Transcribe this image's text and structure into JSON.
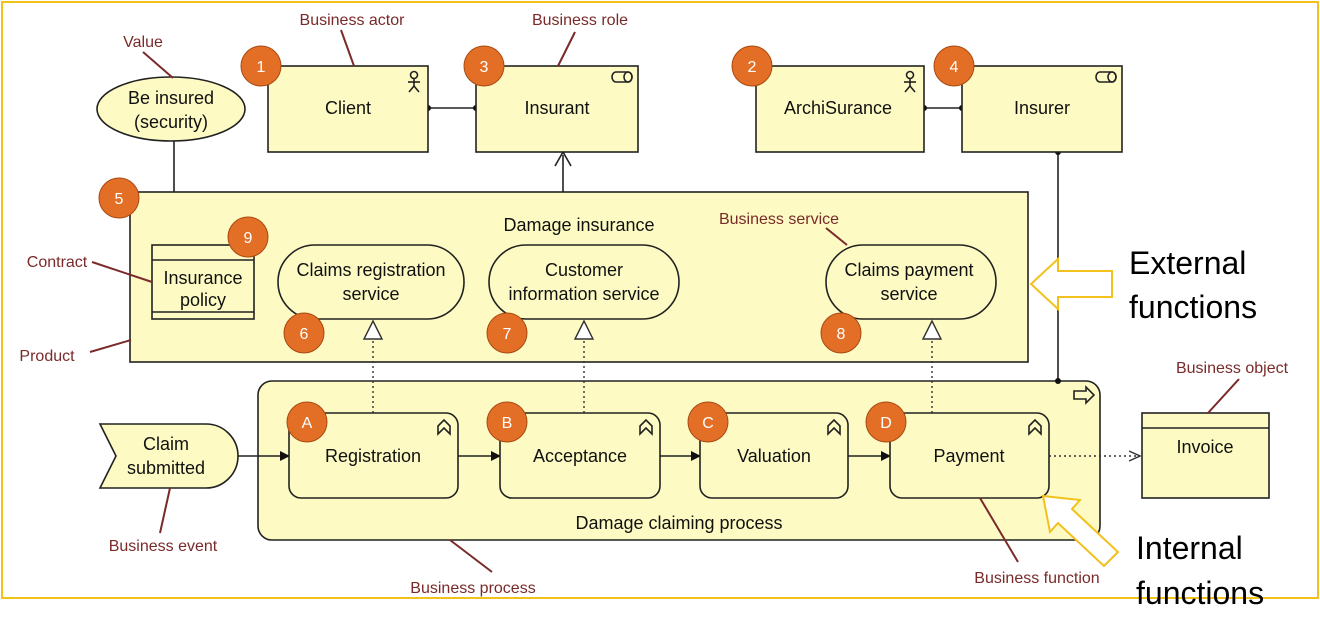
{
  "colors": {
    "element": "#fdfbc3",
    "badge": "#e36f26",
    "annotation": "#7a2a2a",
    "frame": "#f2c11b",
    "callout": "#f2c11b"
  },
  "annotations": {
    "value": "Value",
    "business_actor": "Business actor",
    "business_role": "Business role",
    "contract": "Contract",
    "product": "Product",
    "business_service": "Business service",
    "business_object": "Business object",
    "business_event": "Business event",
    "business_process": "Business process",
    "business_function": "Business function"
  },
  "elements": {
    "value_be_insured": [
      "Be insured",
      "(security)"
    ],
    "client": "Client",
    "insurant": "Insurant",
    "archisurance": "ArchiSurance",
    "insurer": "Insurer",
    "damage_insurance": "Damage insurance",
    "insurance_policy": [
      "Insurance",
      "policy"
    ],
    "claims_registration_service": [
      "Claims registration",
      "service"
    ],
    "customer_information_service": [
      "Customer",
      "information service"
    ],
    "claims_payment_service": [
      "Claims payment",
      "service"
    ],
    "claim_submitted": [
      "Claim",
      "submitted"
    ],
    "registration": "Registration",
    "acceptance": "Acceptance",
    "valuation": "Valuation",
    "payment": "Payment",
    "damage_claiming_process": "Damage claiming process",
    "invoice": "Invoice"
  },
  "badges": {
    "b1": "1",
    "b2": "2",
    "b3": "3",
    "b4": "4",
    "b5": "5",
    "b6": "6",
    "b7": "7",
    "b8": "8",
    "b9": "9",
    "bA": "A",
    "bB": "B",
    "bC": "C",
    "bD": "D"
  },
  "callouts": {
    "external": [
      "External",
      "functions"
    ],
    "internal": [
      "Internal",
      "functions"
    ]
  },
  "icons": {
    "actor": "actor-stick-figure-icon",
    "role": "role-cylinder-icon",
    "process": "process-arrow-icon",
    "function": "function-chevron-icon"
  }
}
